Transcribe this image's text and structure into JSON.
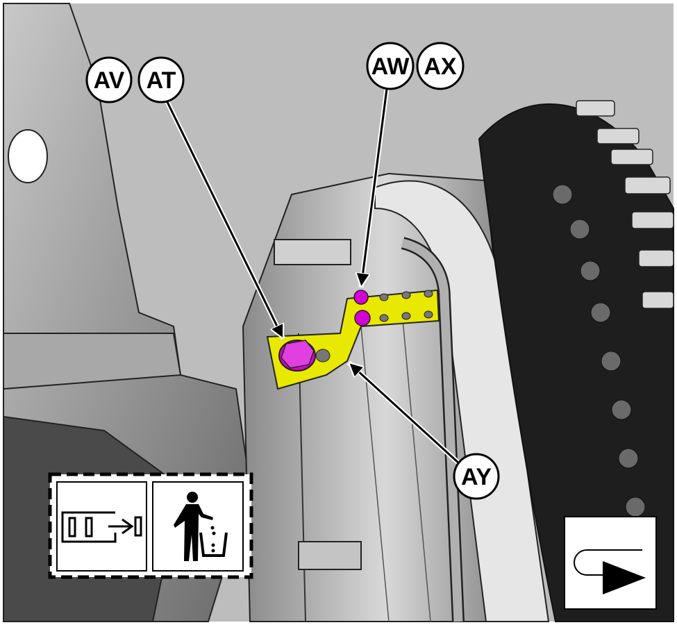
{
  "callouts": {
    "av": "AV",
    "at": "AT",
    "aw": "AW",
    "ax": "AX",
    "ay": "AY"
  },
  "icons": {
    "replace": "replace-part-icon",
    "dispose": "dispose-waste-icon",
    "next": "next-step-icon"
  },
  "colors": {
    "bracket": "#e8e800",
    "fastener": "#d400d4",
    "background": "#9a9a9a"
  }
}
